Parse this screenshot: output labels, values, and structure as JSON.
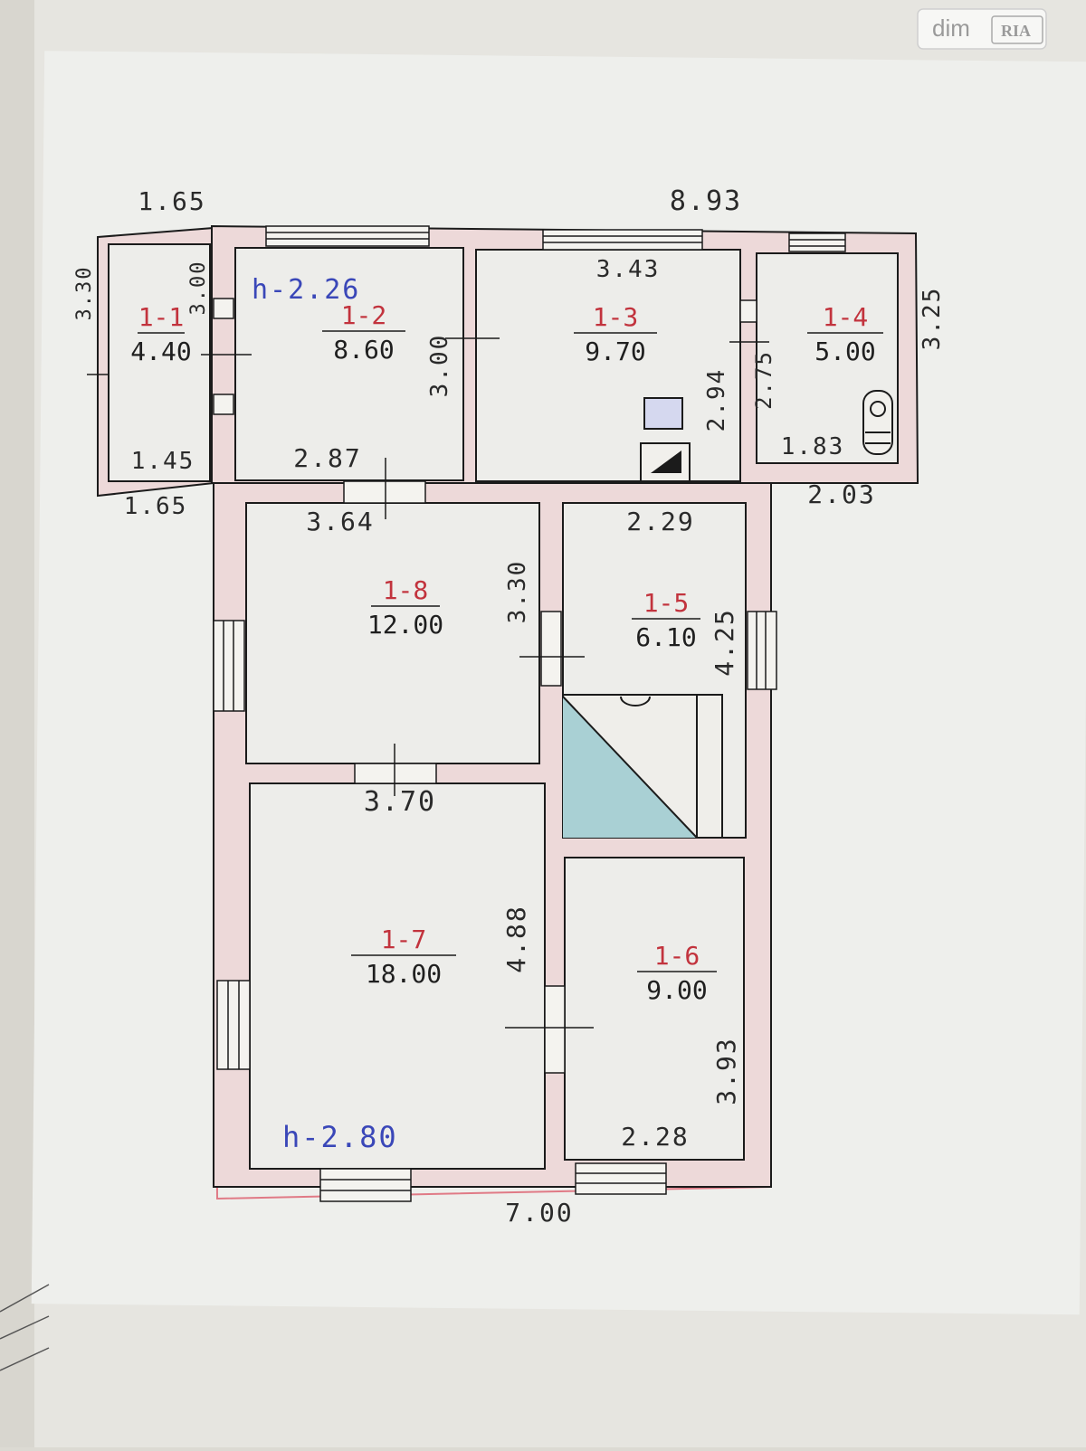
{
  "watermark": {
    "brand": "dim",
    "logo": "RIA"
  },
  "floor_plan": {
    "heights": {
      "annex": "h-2.26",
      "main": "h-2.80"
    },
    "rooms": [
      {
        "id": "room-1-1",
        "number": "1-1",
        "area": "4.40"
      },
      {
        "id": "room-1-2",
        "number": "1-2",
        "area": "8.60"
      },
      {
        "id": "room-1-3",
        "number": "1-3",
        "area": "9.70"
      },
      {
        "id": "room-1-4",
        "number": "1-4",
        "area": "5.00"
      },
      {
        "id": "room-1-5",
        "number": "1-5",
        "area": "6.10"
      },
      {
        "id": "room-1-6",
        "number": "1-6",
        "area": "9.00"
      },
      {
        "id": "room-1-7",
        "number": "1-7",
        "area": "18.00"
      },
      {
        "id": "room-1-8",
        "number": "1-8",
        "area": "12.00"
      }
    ],
    "dimensions": {
      "top_left": "1.65",
      "top_total": "8.93",
      "annex_height": "3.30",
      "r1_1_height": "3.00",
      "r1_1_width": "1.45",
      "bottom_left": "1.65",
      "r1_2_width": "2.87",
      "r1_2_height": "3.00",
      "r1_3_width": "3.43",
      "r1_3_height": "2.94",
      "r1_4_height_inner": "2.75",
      "r1_4_height_outer": "3.25",
      "r1_4_width": "1.83",
      "annex_right_width": "2.03",
      "r1_8_width": "3.64",
      "r1_8_height": "3.30",
      "r1_5_width": "2.29",
      "r1_5_height": "4.25",
      "r1_7_width": "3.70",
      "r1_7_height": "4.88",
      "r1_6_height": "3.93",
      "r1_6_width": "2.28",
      "bottom_total": "7.00"
    }
  },
  "colors": {
    "paper": "#eeede8",
    "tracing": "#e9eae6",
    "wall_fill": "#edd9d9",
    "wall_line": "#1b1b1b",
    "red_outline": "#e07a86",
    "bath_blue": "#a9d0d4",
    "room_number": "#c2333d",
    "height_label": "#3a47b8"
  }
}
